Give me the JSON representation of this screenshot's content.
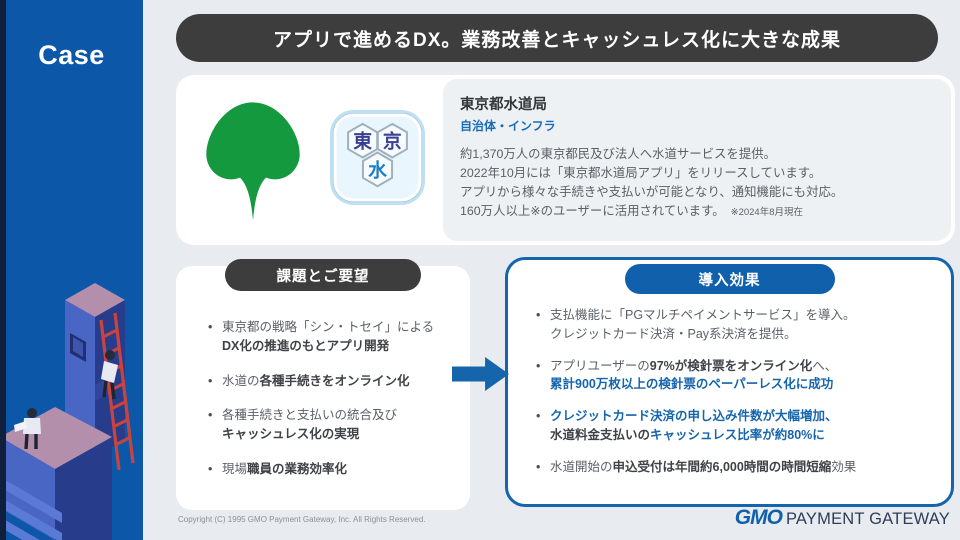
{
  "sidebar": {
    "label": "Case"
  },
  "header": {
    "title": "アプリで進めるDX。業務改善とキャッシュレス化に大きな成果"
  },
  "client": {
    "name": "東京都水道局",
    "category": "自治体・インフラ",
    "description_lines": [
      "約1,370万人の東京都民及び法人へ水道サービスを提供。",
      "2022年10月には「東京都水道局アプリ」をリリースしています。",
      "アプリから様々な手続きや支払いが可能となり、通知機能にも対応。",
      "160万人以上※のユーザーに活用されています。"
    ],
    "note": "※2024年8月現在",
    "app_icon_chars": {
      "c1": "東",
      "c2": "京",
      "c3": "水"
    }
  },
  "challenges": {
    "title": "課題とご要望",
    "items": [
      [
        {
          "t": "東京都の戦略「シン・トセイ」による"
        },
        {
          "br": true
        },
        {
          "t": "DX化の推進のもとアプリ開発",
          "s": "b"
        }
      ],
      [
        {
          "t": "水道の"
        },
        {
          "t": "各種手続きをオンライン化",
          "s": "b"
        }
      ],
      [
        {
          "t": "各種手続きと支払いの統合及び"
        },
        {
          "br": true
        },
        {
          "t": "キャッシュレス化の実現",
          "s": "b"
        }
      ],
      [
        {
          "t": "現場"
        },
        {
          "t": "職員の業務効率化",
          "s": "b"
        }
      ]
    ]
  },
  "results": {
    "title": "導入効果",
    "items": [
      [
        {
          "t": "支払機能に「PGマルチペイメントサービス」を導入。"
        },
        {
          "br": true
        },
        {
          "t": "クレジットカード決済・Pay系決済を提供。"
        }
      ],
      [
        {
          "t": "アプリユーザーの"
        },
        {
          "t": "97%が検針票をオンライン化",
          "s": "b"
        },
        {
          "t": "へ、"
        },
        {
          "br": true
        },
        {
          "t": "累計900万枚以上の検針票のペーパーレス化に成功",
          "s": "bb"
        }
      ],
      [
        {
          "t": "クレジットカード決済の申し込み件数が大幅増加、",
          "s": "bb"
        },
        {
          "br": true
        },
        {
          "t": "水道料金支払いの",
          "s": "b"
        },
        {
          "t": "キャッシュレス比率が約80%に",
          "s": "bb"
        }
      ],
      [
        {
          "t": "水道開始の"
        },
        {
          "t": "申込受付は年間約6,000時間の時間短縮",
          "s": "b"
        },
        {
          "t": "効果"
        }
      ]
    ]
  },
  "footer": {
    "copyright": "Copyright (C) 1995 GMO Payment Gateway, Inc. All Rights Reserved.",
    "logo_gmo": "GMO",
    "logo_rest": "PAYMENT GATEWAY"
  },
  "colors": {
    "sidebar_blue": "#0d57a9",
    "dark_gray": "#3d3d3d",
    "accent_blue": "#1565ad",
    "category_blue": "#1a6db9",
    "logo_green": "#15993f"
  }
}
